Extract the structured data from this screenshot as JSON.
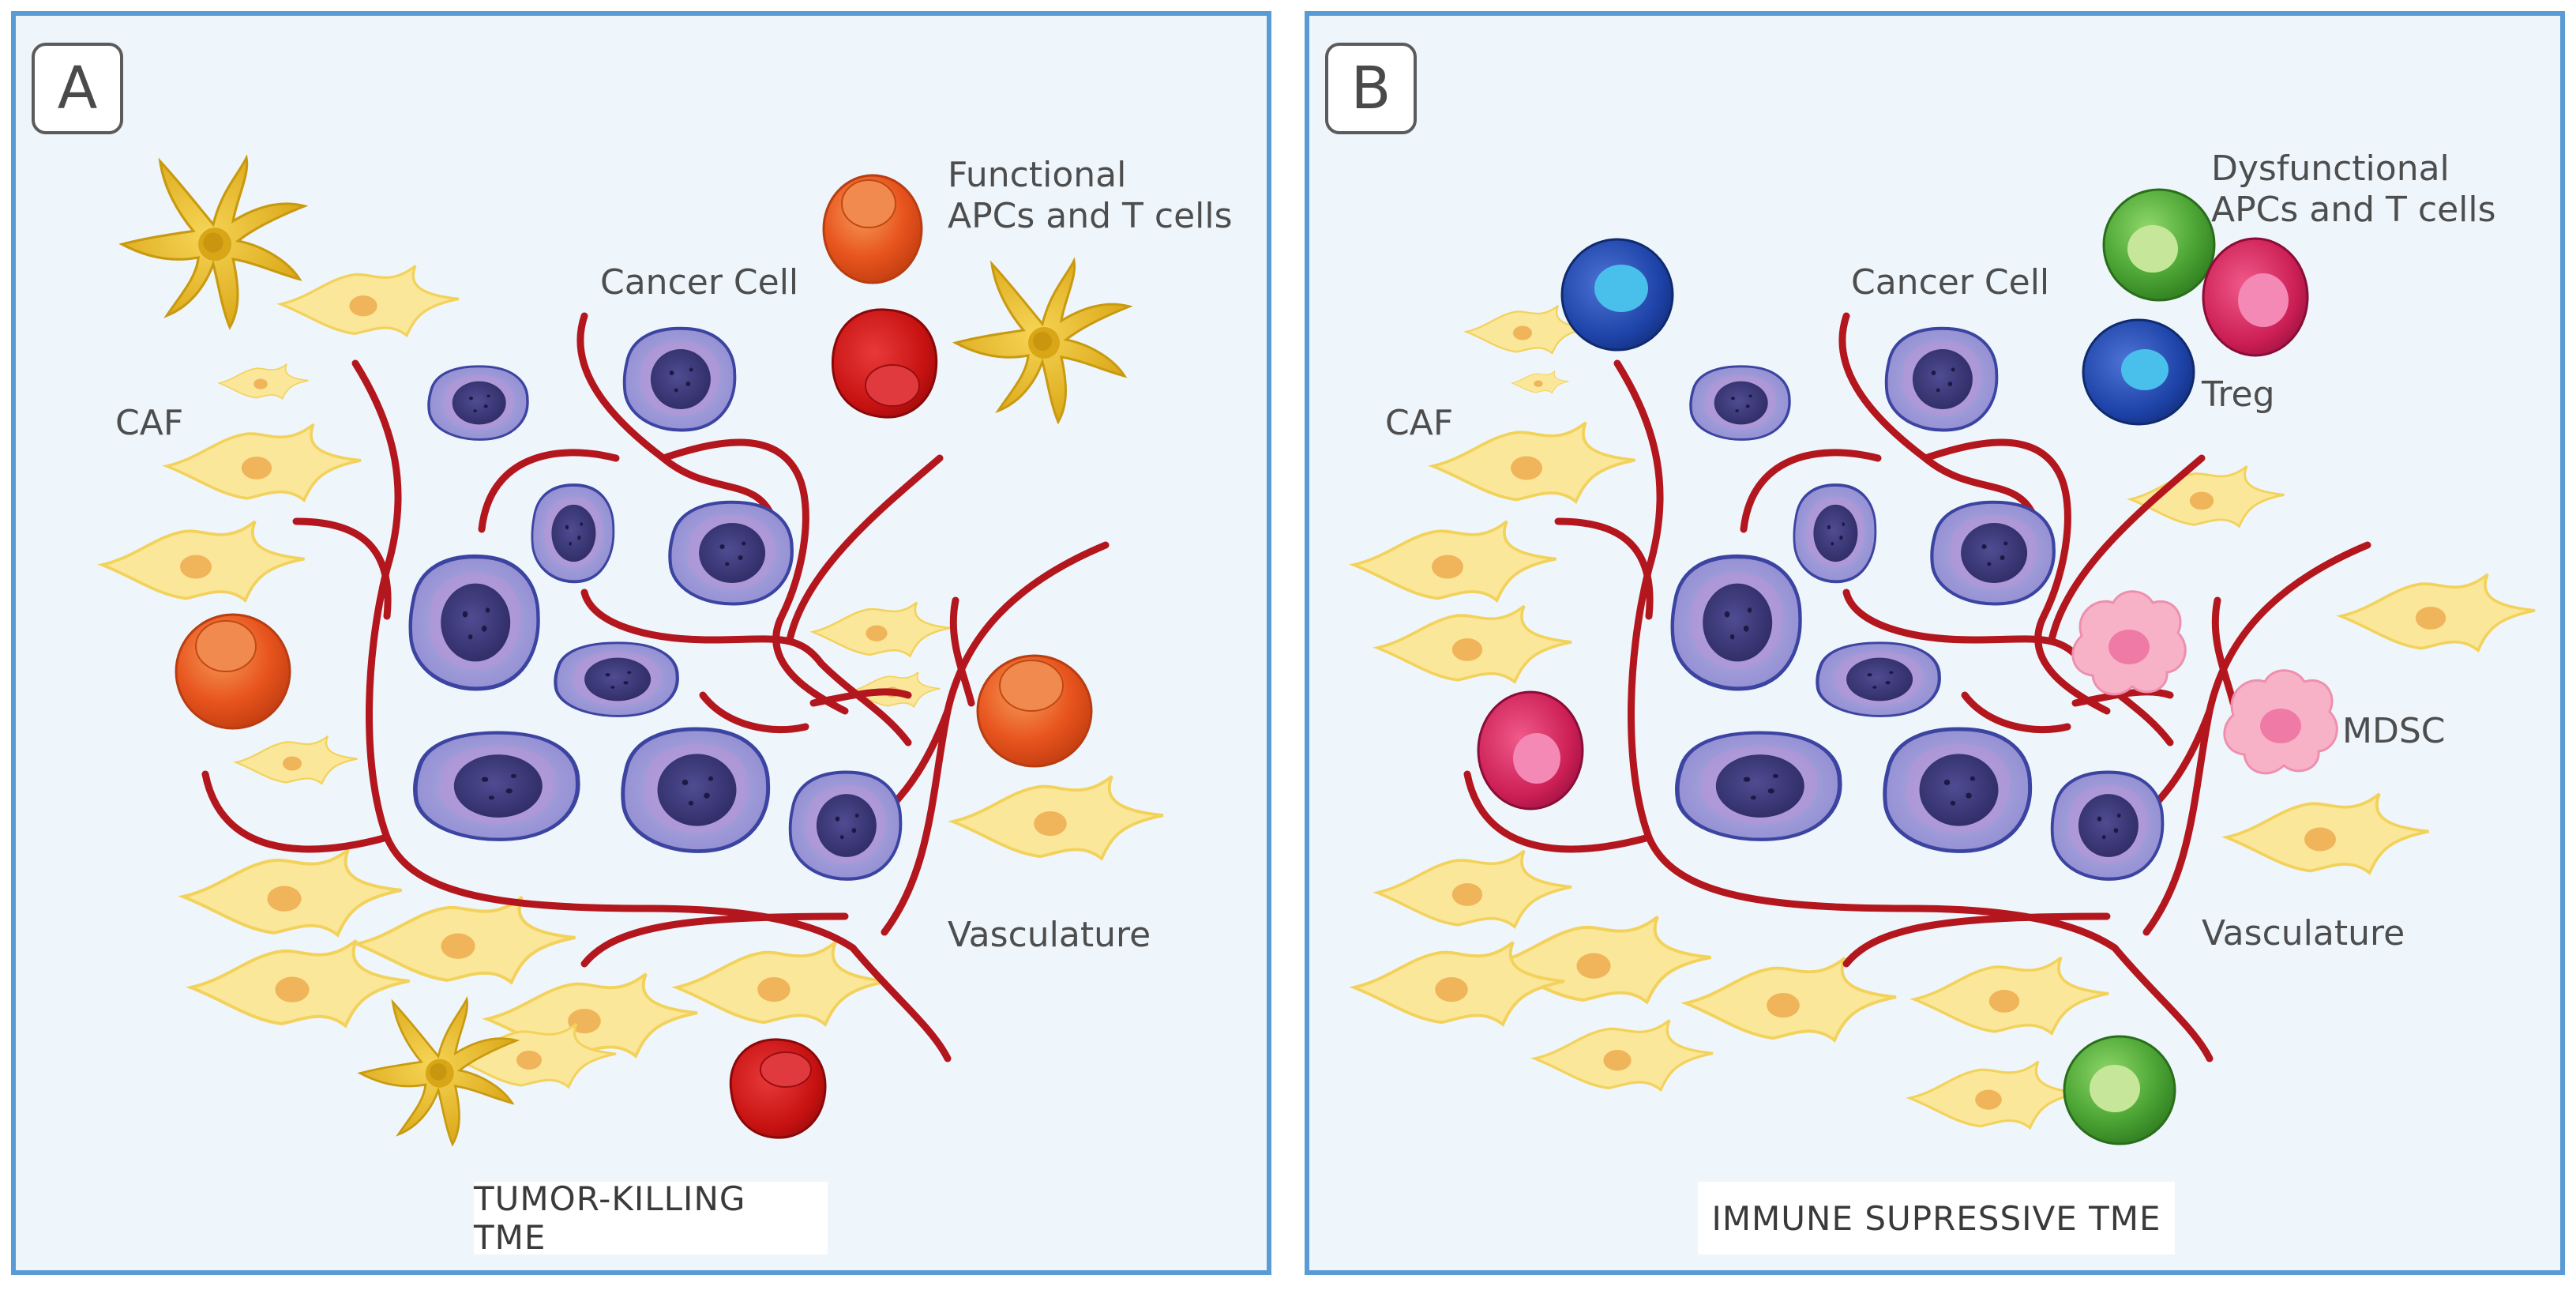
{
  "panels": [
    {
      "letter": "A",
      "labels": {
        "immune_cells": "Functional\nAPCs and T cells",
        "cancer_cell": "Cancer Cell",
        "caf": "CAF",
        "vasculature": "Vasculature"
      },
      "caption": "TUMOR-KILLING TME"
    },
    {
      "letter": "B",
      "labels": {
        "immune_cells": "Dysfunctional\nAPCs and T cells",
        "cancer_cell": "Cancer Cell",
        "caf": "CAF",
        "treg": "Treg",
        "mdsc": "MDSC",
        "vasculature": "Vasculature"
      },
      "caption": "IMMUNE SUPRESSIVE TME"
    }
  ],
  "colors": {
    "panel_border": "#5b9bd5",
    "panel_bg": "#eef6fc",
    "vessel": "#b3171d",
    "caf": "#fbe79a",
    "cancer_cell": "#a9a6dc",
    "nucleus": "#3d3b78",
    "functional_apc_t_cell": "#e8541e",
    "dendritic_cell": "#e4b91e",
    "dysfunctional_t_cell": "#55a83a",
    "treg": "#1e43a8",
    "mdsc": "#f8b2c8"
  }
}
